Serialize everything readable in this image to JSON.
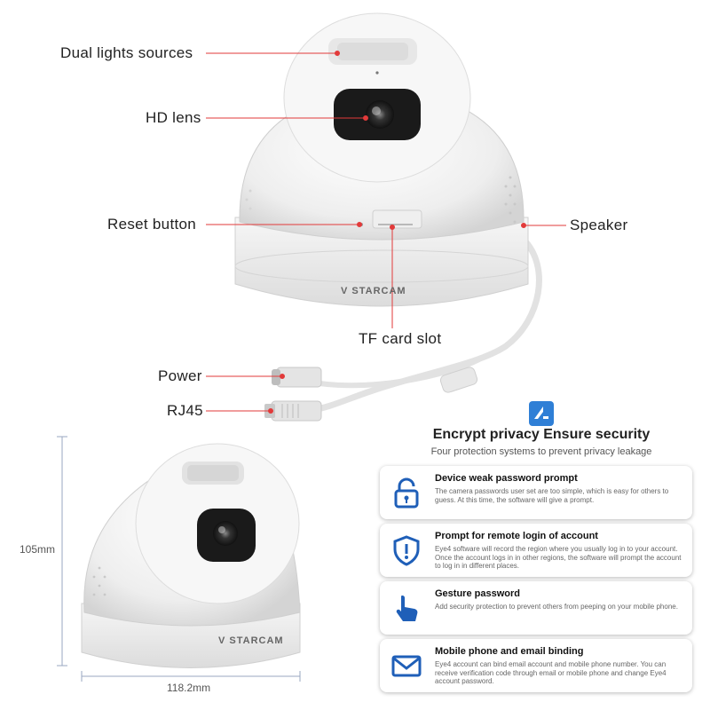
{
  "callouts": {
    "dual_lights": "Dual lights sources",
    "hd_lens": "HD lens",
    "reset_button": "Reset button",
    "speaker": "Speaker",
    "tf_card_slot": "TF card slot",
    "power": "Power",
    "rj45": "RJ45"
  },
  "brand": "STARCAM",
  "dimensions": {
    "height": "105mm",
    "width": "118.2mm"
  },
  "security": {
    "title": "Encrypt privacy Ensure security",
    "subtitle": "Four protection systems to prevent privacy leakage",
    "items": [
      {
        "title": "Device weak password prompt",
        "desc": "The camera passwords user set are too simple, which is easy for others to guess. At this time, the software will give a prompt.",
        "icon": "padlock-icon"
      },
      {
        "title": "Prompt for remote login of account",
        "desc": "Eye4 software will record the region where you usually log in to your account. Once the account logs in in other regions, the software will prompt the account to log in in different places.",
        "icon": "shield-warning-icon"
      },
      {
        "title": "Gesture password",
        "desc": "Add security protection to prevent others from peeping on your mobile phone.",
        "icon": "hand-pointer-icon"
      },
      {
        "title": "Mobile phone and email binding",
        "desc": "Eye4 account can bind email account and mobile phone number. You can receive verification code through email or mobile phone and change Eye4 account password.",
        "icon": "envelope-icon"
      }
    ]
  },
  "colors": {
    "callout_line": "#e23a3a",
    "icon_blue": "#1f5fb8",
    "accent_blue": "#2f7fd6"
  }
}
